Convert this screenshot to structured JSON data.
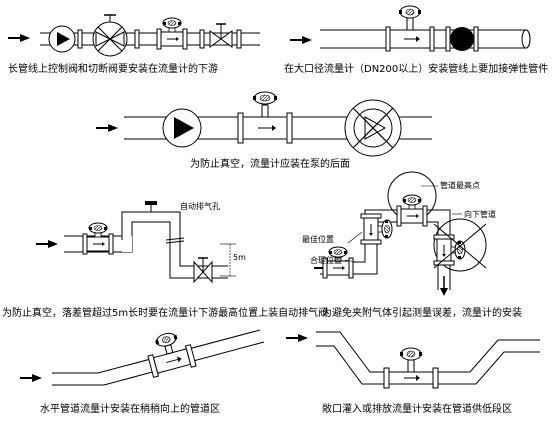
{
  "diagrams": {
    "d1": {
      "caption": "长管线上控制阀和切断阀要安装在流量计的下游"
    },
    "d2": {
      "caption": "在大口径流量计（DN200以上）安装管线上要加接弹性管件"
    },
    "d3": {
      "caption": "为防止真空，流量计应装在泵的后面"
    },
    "d4": {
      "caption": "为防止真空，落差管超过5m长时要在流量计下游最高位置上装自动排气阀",
      "label_vent": "自动排气孔",
      "label_height": "5m"
    },
    "d5": {
      "caption": "为避免夹附气体引起测量误差，流量计的安装",
      "label_top": "管道最高点",
      "label_best": "最佳位置",
      "label_ok": "合理位置",
      "label_down": "向下管道"
    },
    "d6": {
      "caption": "水平管道流量计安装在稍稍向上的管道区"
    },
    "d7": {
      "caption": "敞口灌入或排放流量计安装在管道供低段区"
    }
  },
  "icons": [
    "flow-arrow-icon",
    "pump-icon",
    "valve-icon",
    "shutoff-valve-icon",
    "flowmeter-icon",
    "flexible-joint-icon",
    "air-vent-icon",
    "forbidden-icon"
  ]
}
